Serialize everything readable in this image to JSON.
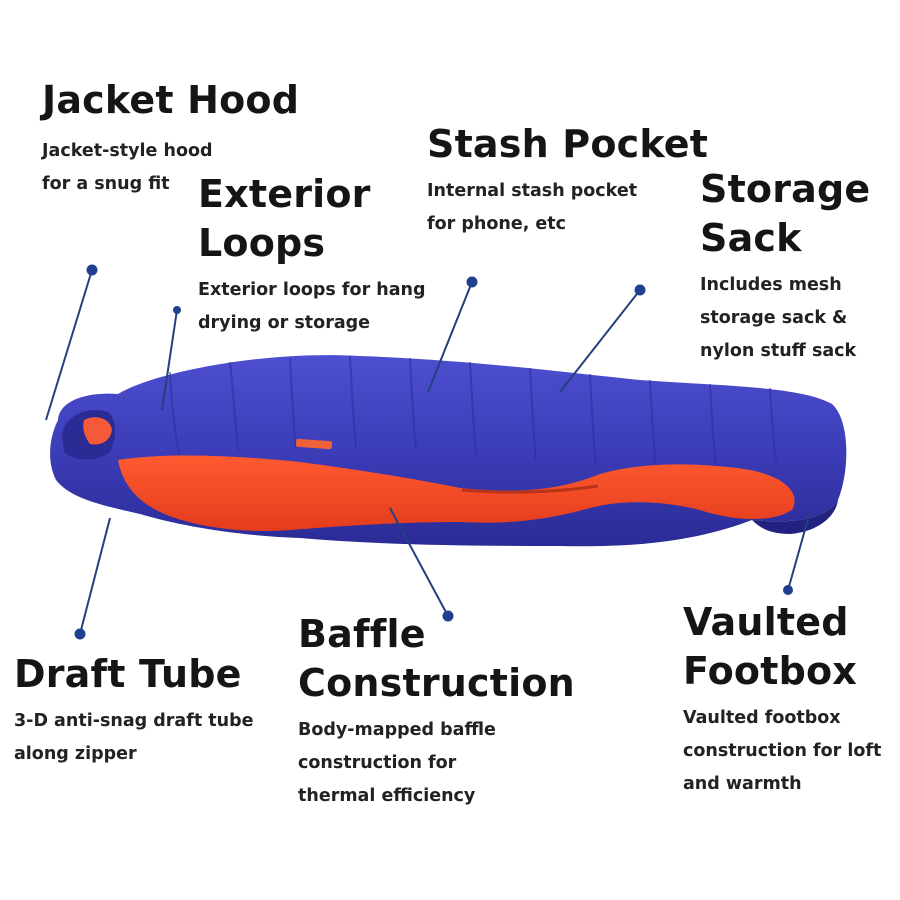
{
  "features": {
    "jacket_hood": {
      "title": [
        "Jacket Hood"
      ],
      "description": [
        "Jacket-style hood",
        "for a snug fit"
      ]
    },
    "exterior_loops": {
      "title": [
        "Exterior",
        "Loops"
      ],
      "description": [
        "Exterior loops for hang",
        "drying or storage"
      ]
    },
    "stash_pocket": {
      "title": [
        "Stash Pocket"
      ],
      "description": [
        "Internal stash pocket",
        "for phone, etc"
      ]
    },
    "storage_sack": {
      "title": [
        "Storage",
        "Sack"
      ],
      "description": [
        "Includes mesh",
        "storage sack &",
        "nylon stuff sack"
      ]
    },
    "draft_tube": {
      "title": [
        "Draft Tube"
      ],
      "description": [
        "3-D anti-snag draft tube",
        "along zipper"
      ]
    },
    "baffle_construction": {
      "title": [
        "Baffle",
        "Construction"
      ],
      "description": [
        "Body-mapped baffle",
        "construction for",
        "thermal efficiency"
      ]
    },
    "vaulted_footbox": {
      "title": [
        "Vaulted",
        "Footbox"
      ],
      "description": [
        "Vaulted footbox",
        "construction for loft",
        "and warmth"
      ]
    }
  },
  "colors": {
    "shell_blue": "#3a3bb5",
    "shell_blue_dark": "#26279a",
    "lining_orange": "#f24a25",
    "lining_orange_dark": "#d8381a",
    "callout_dot": "#1f3f8f",
    "callout_line": "#24407f",
    "text": "#151515"
  },
  "icons": {
    "product": "sleeping-bag-illustration",
    "marker": "callout-dot"
  }
}
